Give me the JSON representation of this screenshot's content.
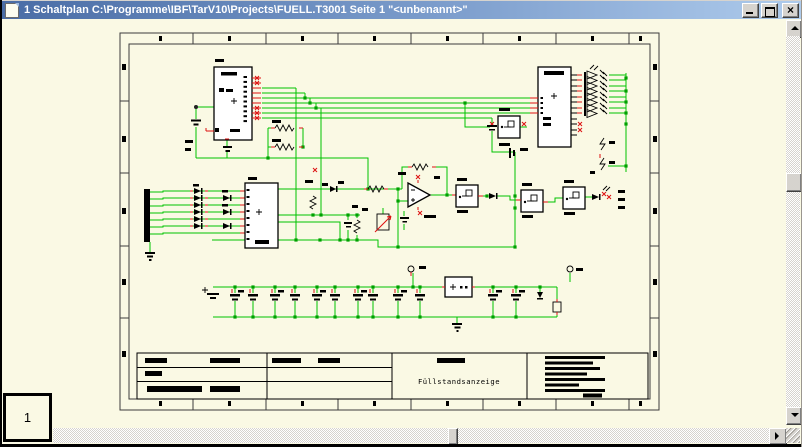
{
  "window": {
    "title": "1 Schaltplan C:\\Programme\\IBF\\TarV10\\Projects\\FUELL.T3001 Seite 1 \"<unbenannt>\"",
    "icon": "document-icon",
    "close_glyph": "×",
    "controls": [
      "minimize-button",
      "maximize-button",
      "close-button"
    ]
  },
  "sheet": {
    "page_tab_label": "1",
    "title_block": {
      "drawing_title": "Füllstandsanzeige"
    }
  },
  "colors": {
    "titlebar_left": "#4A6DA6",
    "titlebar_right": "#AECBEC",
    "canvas_background": "#FAF9E4",
    "wire_green": "#00C300",
    "junction_green": "#00A000",
    "pin_red": "#DD1111",
    "frame_gray": "#3C3C3C",
    "button_face": "#D6D3CE"
  }
}
